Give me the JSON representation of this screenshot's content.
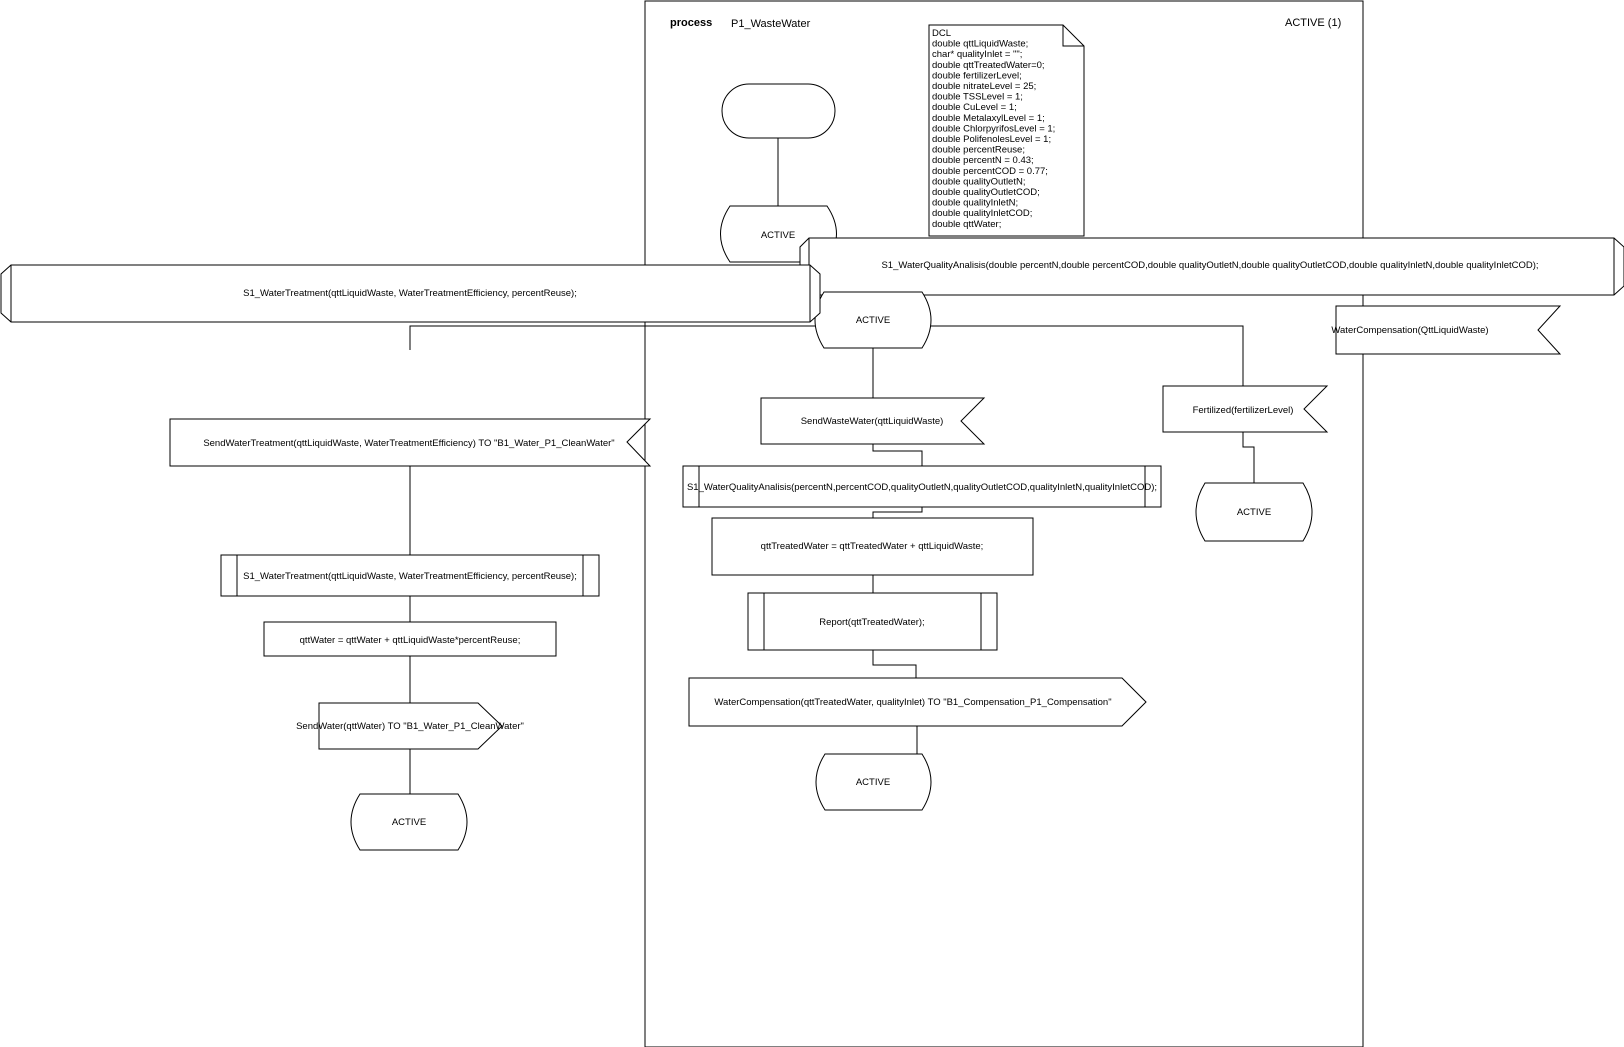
{
  "header": {
    "keyword": "process",
    "name": "P1_WasteWater",
    "page": "ACTIVE (1)"
  },
  "dcl": {
    "lines": [
      "DCL",
      "double qttLiquidWaste;",
      "char* qualityInlet = \"\";",
      "double qttTreatedWater=0;",
      "double fertilizerLevel;",
      "double nitrateLevel = 25;",
      "double TSSLevel = 1;",
      "double CuLevel = 1;",
      "double MetalaxylLevel = 1;",
      "double ChlorpyrifosLevel = 1;",
      "double PolifenolesLevel = 1;",
      "double percentReuse;",
      "double percentN = 0.43;",
      "double percentCOD = 0.77;",
      "double qualityOutletN;",
      "double qualityOutletCOD;",
      "double qualityInletN;",
      "double qualityInletCOD;",
      "double qttWater;"
    ]
  },
  "states": {
    "active_main": "ACTIVE",
    "active_center": "ACTIVE",
    "active_right": "ACTIVE",
    "active_center_end": "ACTIVE",
    "active_left_end": "ACTIVE"
  },
  "procedures": {
    "water_quality_decl": "S1_WaterQualityAnalisis(double percentN,double percentCOD,double qualityOutletN,double qualityOutletCOD,double qualityInletN,double qualityInletCOD);",
    "water_treatment_decl": "S1_WaterTreatment(qttLiquidWaste, WaterTreatmentEfficiency, percentReuse);"
  },
  "inputs": {
    "water_compensation": "WaterCompensation(QttLiquidWaste)",
    "send_waste_water": "SendWasteWater(qttLiquidWaste)",
    "fertilized": "Fertilized(fertilizerLevel)",
    "send_water_treatment": "SendWaterTreatment(qttLiquidWaste, WaterTreatmentEfficiency) TO \"B1_Water_P1_CleanWater\""
  },
  "calls": {
    "water_quality_call": "S1_WaterQualityAnalisis(percentN,percentCOD,qualityOutletN,qualityOutletCOD,qualityInletN,qualityInletCOD);",
    "report_call": "Report(qttTreatedWater);",
    "water_treatment_call": "S1_WaterTreatment(qttLiquidWaste, WaterTreatmentEfficiency, percentReuse);"
  },
  "tasks": {
    "treated_water": "qttTreatedWater = qttTreatedWater + qttLiquidWaste;",
    "qtt_water": "qttWater = qttWater + qttLiquidWaste*percentReuse;"
  },
  "outputs": {
    "water_compensation_out": "WaterCompensation(qttTreatedWater, qualityInlet) TO \"B1_Compensation_P1_Compensation\"",
    "send_water": "SendWater(qttWater) TO \"B1_Water_P1_CleanWater\""
  }
}
